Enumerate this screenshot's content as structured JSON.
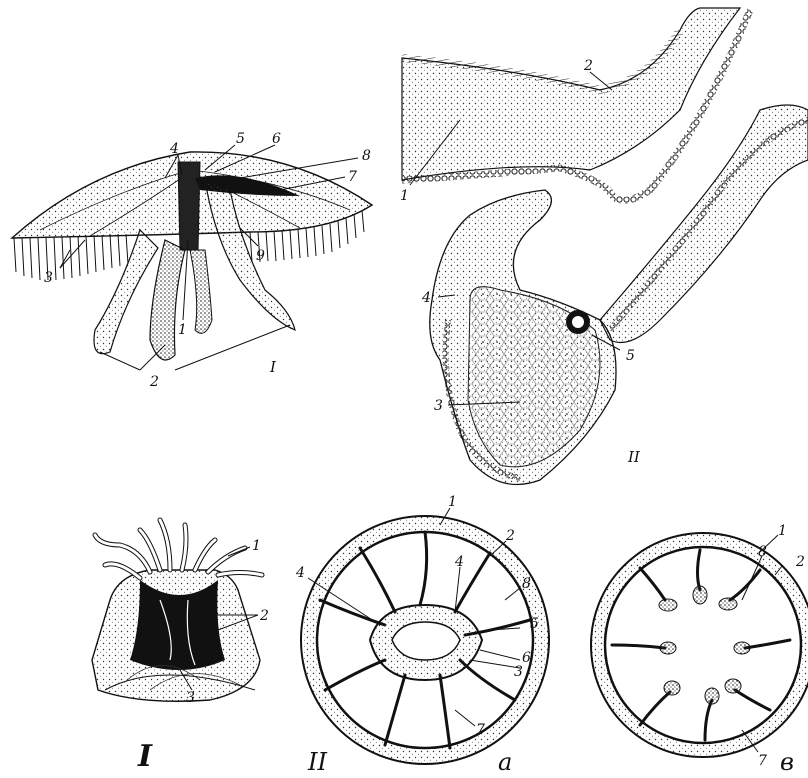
{
  "figure_top": {
    "panel_I": {
      "roman": "I",
      "labels": [
        "1",
        "2",
        "3",
        "4",
        "5",
        "6",
        "7",
        "8",
        "9"
      ]
    },
    "panel_II": {
      "roman": "II",
      "labels": [
        "1",
        "2",
        "3",
        "4",
        "5"
      ]
    }
  },
  "figure_bottom": {
    "panel_I": {
      "roman": "I",
      "labels": [
        "1",
        "2",
        "3"
      ]
    },
    "panel_II": {
      "roman": "II",
      "subpanel_a": {
        "letter": "a",
        "labels": [
          "1",
          "2",
          "3",
          "4",
          "4",
          "5",
          "6",
          "7",
          "8"
        ]
      },
      "subpanel_b": {
        "letter": "в",
        "labels": [
          "1",
          "2",
          "7",
          "8"
        ]
      }
    }
  },
  "colors": {
    "ink": "#111111",
    "paper": "#ffffff"
  }
}
